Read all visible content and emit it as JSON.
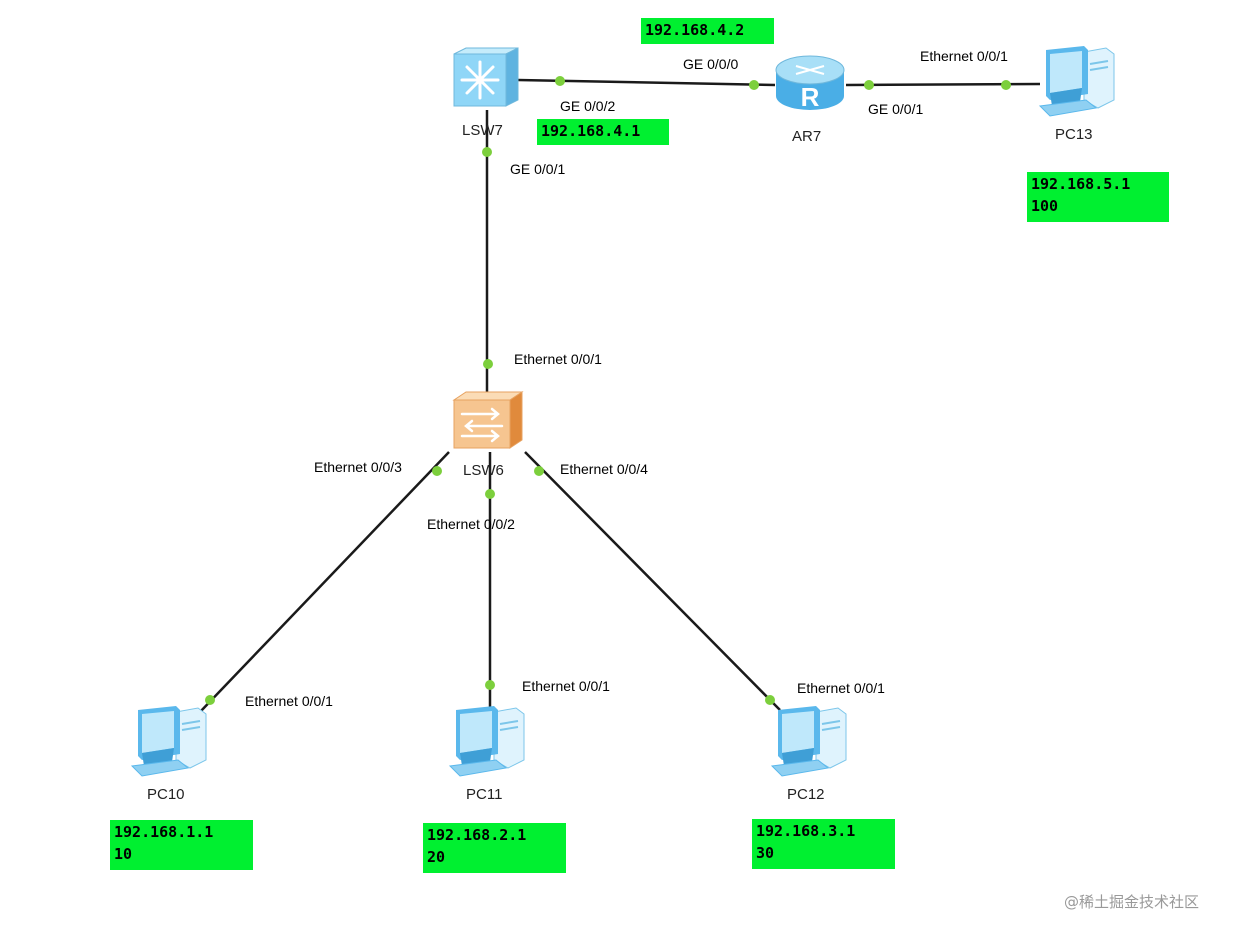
{
  "devices": {
    "lsw7": {
      "name": "LSW7",
      "icon": "l3-switch-icon"
    },
    "ar7": {
      "name": "AR7",
      "icon": "router-icon"
    },
    "pc13": {
      "name": "PC13",
      "icon": "pc-icon"
    },
    "lsw6": {
      "name": "LSW6",
      "icon": "l2-switch-icon"
    },
    "pc10": {
      "name": "PC10",
      "icon": "pc-icon"
    },
    "pc11": {
      "name": "PC11",
      "icon": "pc-icon"
    },
    "pc12": {
      "name": "PC12",
      "icon": "pc-icon"
    }
  },
  "ports": {
    "lsw7_to_ar7": "GE 0/0/2",
    "ar7_to_lsw7": "GE 0/0/0",
    "ar7_to_pc13": "GE 0/0/1",
    "pc13_eth": "Ethernet 0/0/1",
    "lsw7_to_lsw6": "GE 0/0/1",
    "lsw6_to_lsw7": "Ethernet 0/0/1",
    "lsw6_to_pc10": "Ethernet 0/0/3",
    "lsw6_to_pc11": "Ethernet 0/0/2",
    "lsw6_to_pc12": "Ethernet 0/0/4",
    "pc10_eth": "Ethernet 0/0/1",
    "pc11_eth": "Ethernet 0/0/1",
    "pc12_eth": "Ethernet 0/0/1"
  },
  "notes": {
    "ar7_ip": "192.168.4.2",
    "lsw7_ip": "192.168.4.1",
    "pc13": "192.168.5.1\n100",
    "pc10": "192.168.1.1\n10",
    "pc11": "192.168.2.1\n20",
    "pc12": "192.168.3.1\n30"
  },
  "watermark": "@稀土掘金技术社区",
  "colors": {
    "link": "#1a1a1a",
    "port_dot": "#7ccf3c",
    "note_bg": "#00f030",
    "pc_blue": "#5ab8ec",
    "switch_blue": "#7fd0f5",
    "switch_orange": "#f3b26e"
  }
}
